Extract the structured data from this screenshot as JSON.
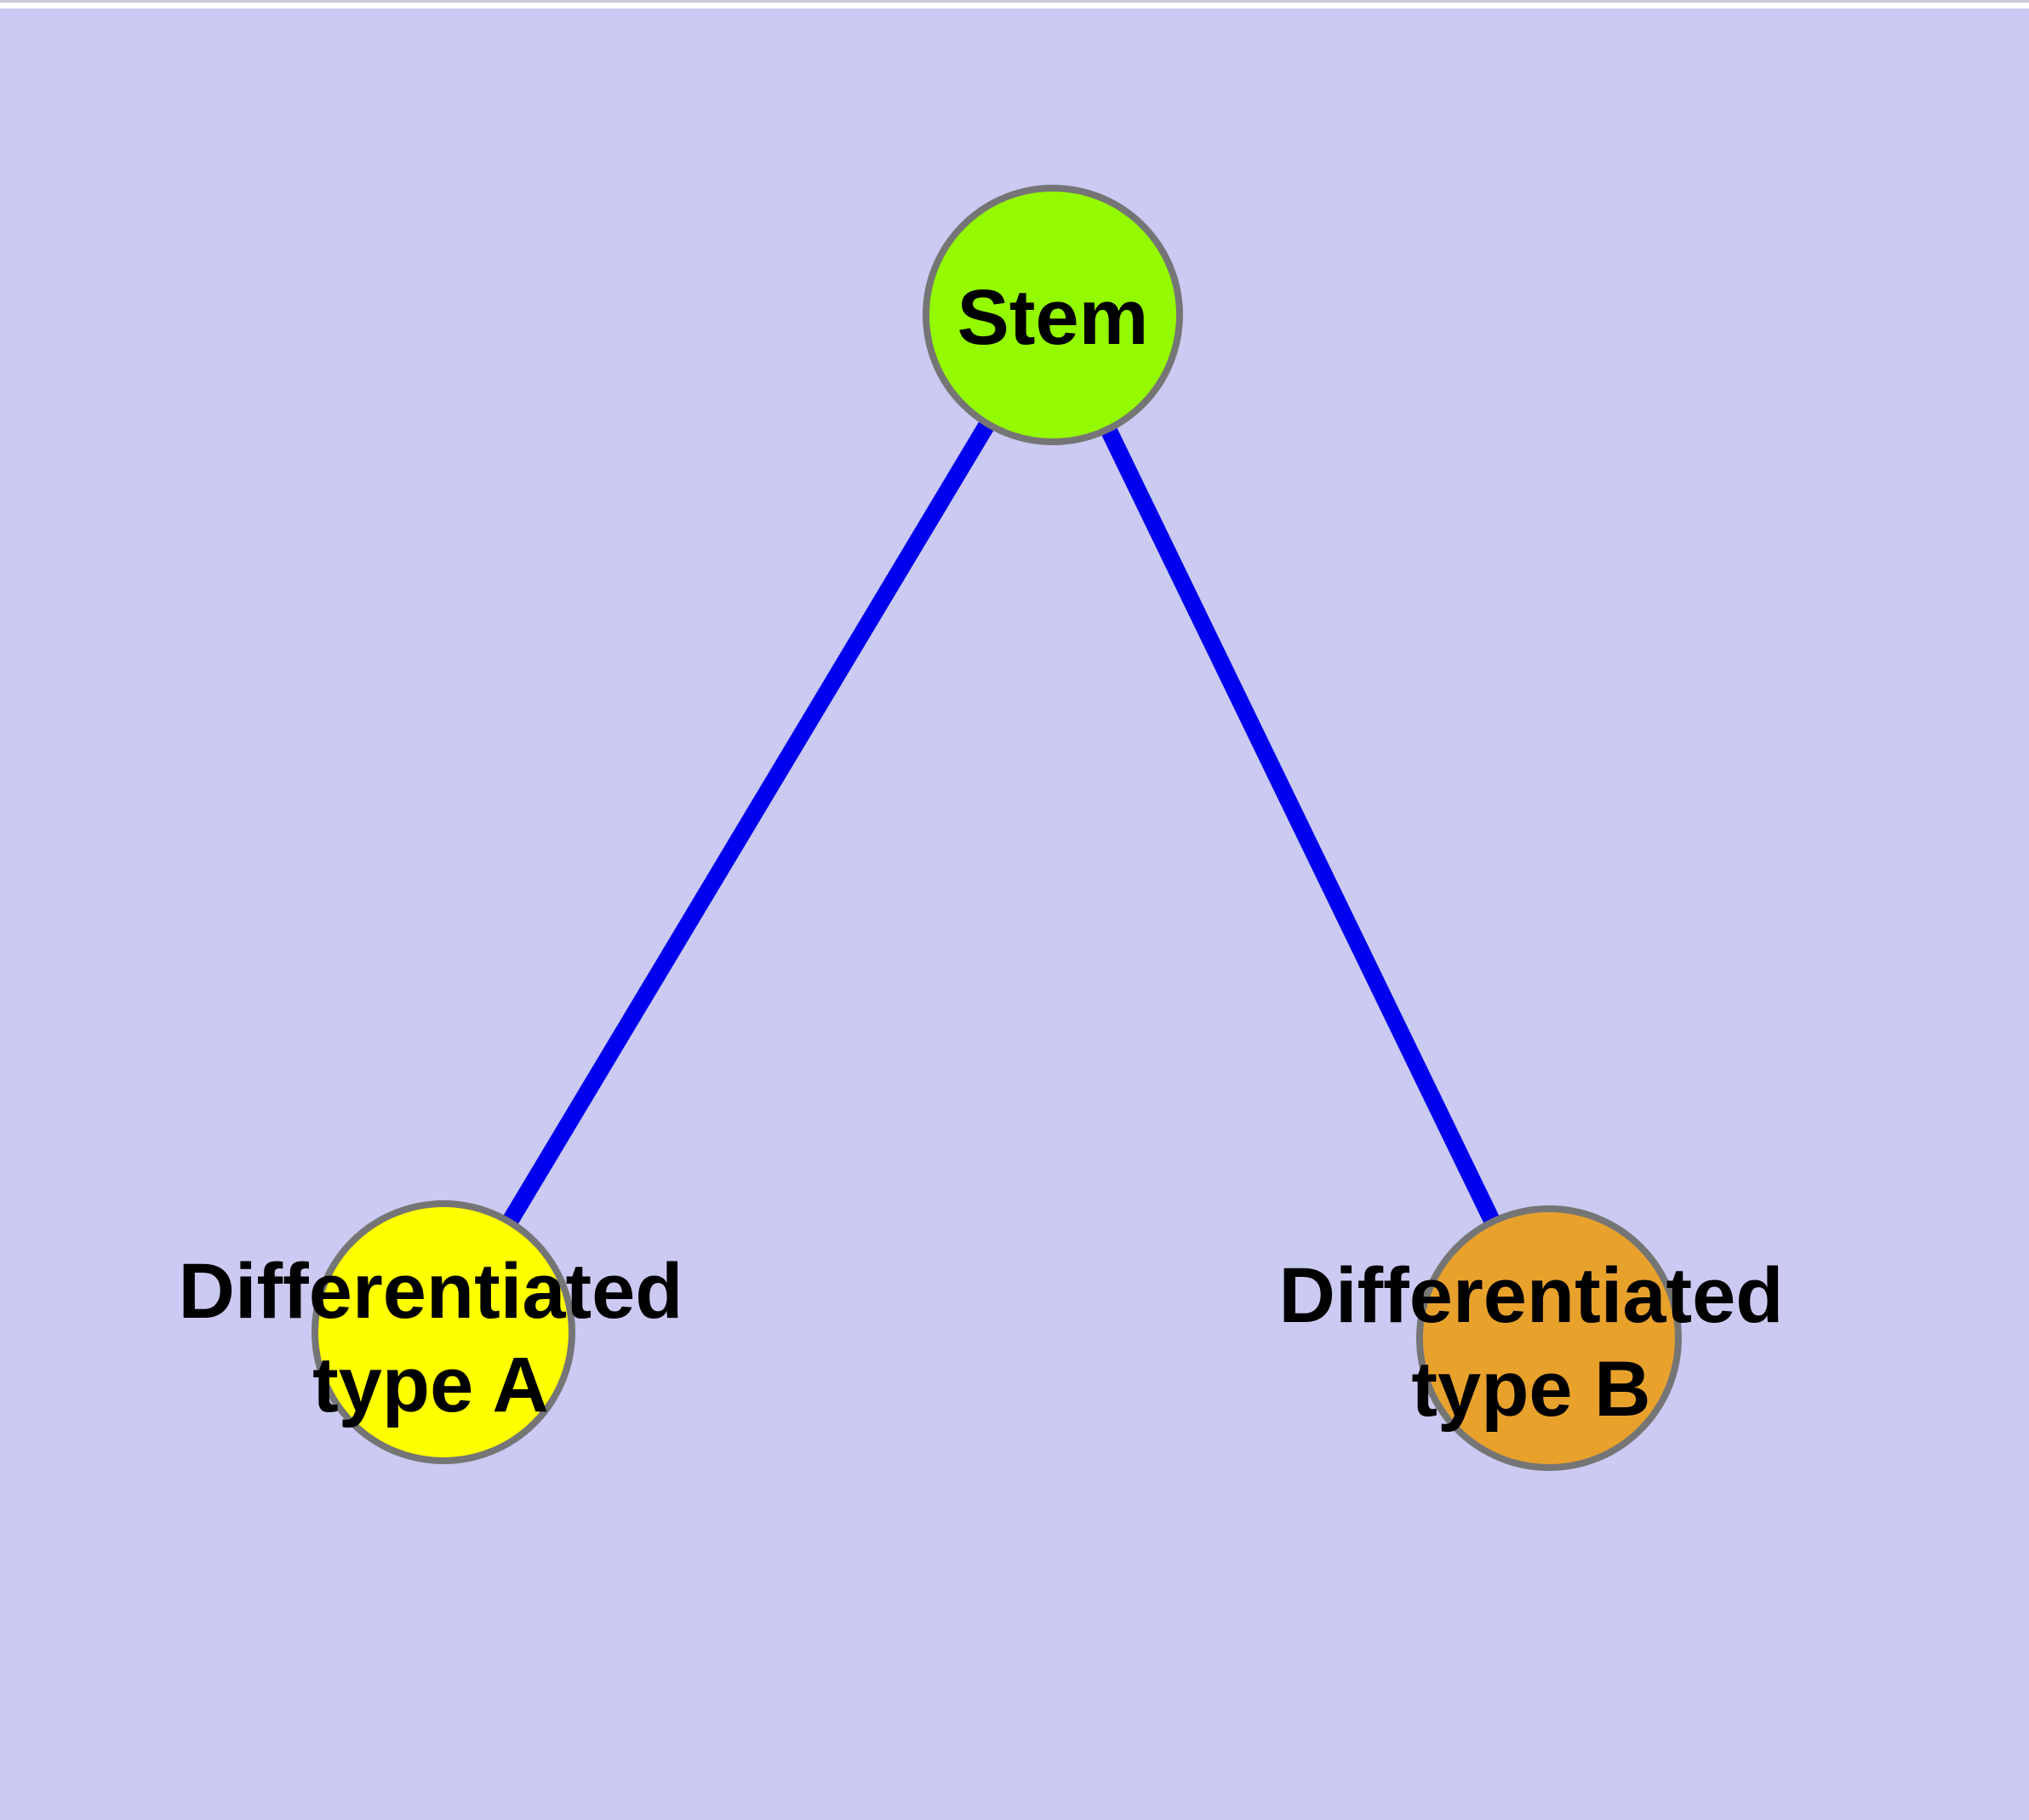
{
  "diagram": {
    "background_color": "#cacaf2",
    "top_edge": {
      "hairline_color": "#c9c9d9",
      "strip_color": "#ffffff"
    },
    "edge_color": "#0000ee",
    "node_border_color": "#757575",
    "label_color": "#000000",
    "nodes": [
      {
        "id": "stem",
        "label": "Stem",
        "label_line1": "Stem",
        "color": "#94fa00"
      },
      {
        "id": "differentiated-type-a",
        "label": "Differentiated type A",
        "label_line1": "Differentiated",
        "label_line2": "type A",
        "color": "#ffff00"
      },
      {
        "id": "differentiated-type-b",
        "label": "Differentiated type B",
        "label_line1": "Differentiated",
        "label_line2": "type B",
        "color": "#e8a22c"
      }
    ],
    "edges": [
      {
        "from": "Stem",
        "to": "Differentiated type A"
      },
      {
        "from": "Stem",
        "to": "Differentiated type B"
      }
    ]
  }
}
